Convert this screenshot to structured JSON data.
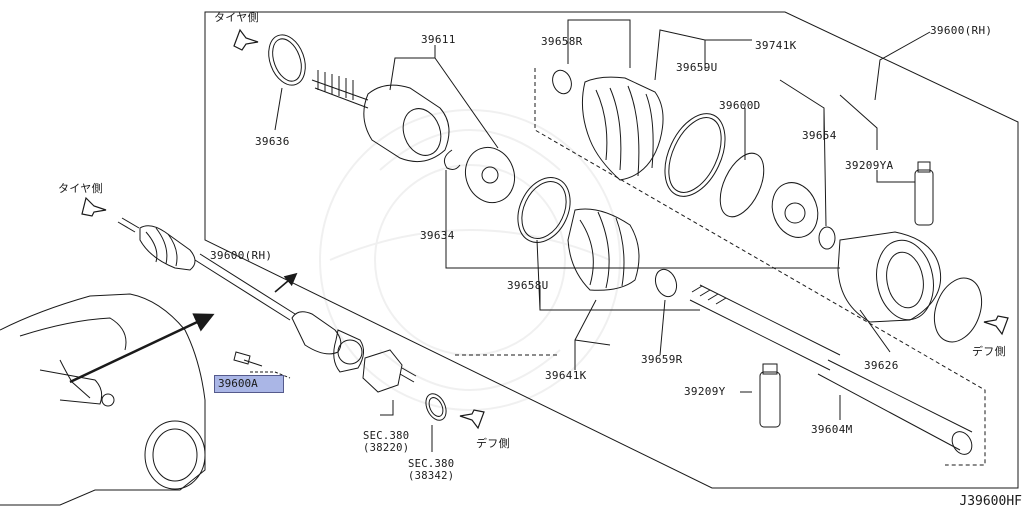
{
  "diagram": {
    "code": "J39600HF",
    "highlighted_part": "39600A",
    "direction_labels": {
      "tire_side_top": "タイヤ側",
      "tire_side_left": "タイヤ側",
      "diff_side_right": "デフ側",
      "diff_side_bottom": "デフ側"
    },
    "part_labels": [
      {
        "id": "p39600rh_box",
        "text": "39600(RH)"
      },
      {
        "id": "p39741k",
        "text": "39741K"
      },
      {
        "id": "p39611",
        "text": "39611"
      },
      {
        "id": "p39658r",
        "text": "39658R"
      },
      {
        "id": "p39659u",
        "text": "39659U"
      },
      {
        "id": "p39600d",
        "text": "39600D"
      },
      {
        "id": "p39654",
        "text": "39654"
      },
      {
        "id": "p39209ya",
        "text": "39209YA"
      },
      {
        "id": "p39636",
        "text": "39636"
      },
      {
        "id": "p39634",
        "text": "39634"
      },
      {
        "id": "p39658u",
        "text": "39658U"
      },
      {
        "id": "p39641k",
        "text": "39641K"
      },
      {
        "id": "p39659r",
        "text": "39659R"
      },
      {
        "id": "p39209y",
        "text": "39209Y"
      },
      {
        "id": "p39604m",
        "text": "39604M"
      },
      {
        "id": "p39626",
        "text": "39626"
      },
      {
        "id": "p39600rh_shaft",
        "text": "39600(RH)"
      }
    ],
    "section_refs": [
      {
        "id": "sec380a",
        "line1": "SEC.380",
        "line2": "(38220)"
      },
      {
        "id": "sec380b",
        "line1": "SEC.380",
        "line2": "(38342)"
      }
    ]
  }
}
